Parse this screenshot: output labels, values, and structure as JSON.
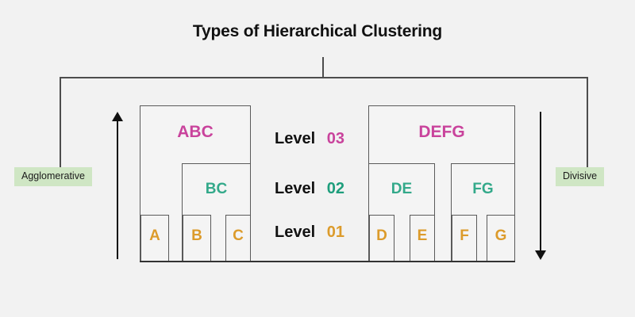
{
  "page": {
    "background": "#f2f2f2",
    "title": "Types of Hierarchical Clustering"
  },
  "palette": {
    "level3_color": "#c9439c",
    "level2_color": "#1e9e7c",
    "level1_color": "#dc9b2b",
    "label_background": "#cfe6c4",
    "line_color": "#4d4d4d",
    "box_border": "#5a5a5a",
    "arrow_color": "#111111"
  },
  "side_labels": {
    "left": "Agglomerative",
    "right": "Divisive"
  },
  "arrows": {
    "left": {
      "direction": "up",
      "meaning": "Agglomerative"
    },
    "right": {
      "direction": "down",
      "meaning": "Divisive"
    }
  },
  "levels": [
    {
      "label": "Level",
      "number": "03",
      "color": "#c9439c"
    },
    {
      "label": "Level",
      "number": "02",
      "color": "#1e9e7c"
    },
    {
      "label": "Level",
      "number": "01",
      "color": "#dc9b2b"
    }
  ],
  "clusters": {
    "left": {
      "level3": "ABC",
      "level2": [
        "BC"
      ],
      "level1": [
        "A",
        "B",
        "C"
      ]
    },
    "right": {
      "level3": "DEFG",
      "level2": [
        "DE",
        "FG"
      ],
      "level1": [
        "D",
        "E",
        "F",
        "G"
      ]
    }
  },
  "chart_data": {
    "type": "diagram",
    "title": "Types of Hierarchical Clustering",
    "nodes": [
      {
        "id": "ABC",
        "level": 3,
        "children": [
          "A",
          "BC"
        ]
      },
      {
        "id": "BC",
        "level": 2,
        "children": [
          "B",
          "C"
        ]
      },
      {
        "id": "A",
        "level": 1,
        "children": []
      },
      {
        "id": "B",
        "level": 1,
        "children": []
      },
      {
        "id": "C",
        "level": 1,
        "children": []
      },
      {
        "id": "DEFG",
        "level": 3,
        "children": [
          "DE",
          "FG"
        ]
      },
      {
        "id": "DE",
        "level": 2,
        "children": [
          "D",
          "E"
        ]
      },
      {
        "id": "FG",
        "level": 2,
        "children": [
          "F",
          "G"
        ]
      },
      {
        "id": "D",
        "level": 1,
        "children": []
      },
      {
        "id": "E",
        "level": 1,
        "children": []
      },
      {
        "id": "F",
        "level": 1,
        "children": []
      },
      {
        "id": "G",
        "level": 1,
        "children": []
      }
    ]
  }
}
